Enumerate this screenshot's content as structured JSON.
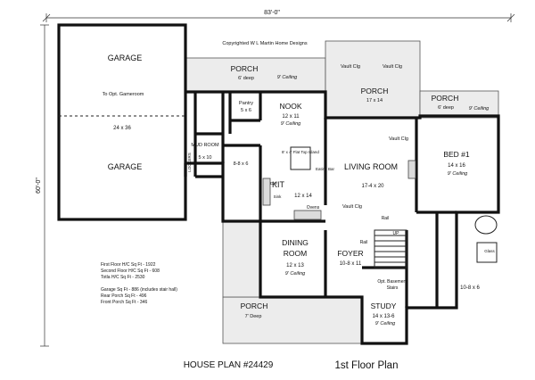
{
  "header": {
    "width_dim": "83'-0\"",
    "depth_dim": "60'-0\"",
    "copyright": "Copyrighted W L Martin Home Designs"
  },
  "rooms": {
    "garage_top": "GARAGE",
    "garage_size": "24 x 36",
    "garage_bottom": "GARAGE",
    "to_gameroom": "To Opt. Gameroom",
    "porch_rear": {
      "name": "PORCH",
      "depth": "6' deep",
      "ceiling": "9' Ceiling"
    },
    "porch_center": {
      "name": "PORCH",
      "size": "17 x 14",
      "vault1": "Vault Clg",
      "vault2": "Vault Clg"
    },
    "porch_right": {
      "name": "PORCH",
      "depth": "6' deep",
      "ceiling": "9' Ceiling"
    },
    "pantry": {
      "name": "Pantry",
      "size": "5 x 6"
    },
    "nook": {
      "name": "NOOK",
      "size": "12 x 11",
      "ceiling": "9' Ceiling"
    },
    "mud": {
      "name": "MUD ROOM",
      "size": "5 x 10",
      "lockers": "LOCKERS"
    },
    "laundry": {
      "size": "8-8 x 6"
    },
    "kit": {
      "name": "KIT",
      "size": "12 x 14",
      "island": "8' x 4' Flat Top Island",
      "eating_bar": "Eating Bar",
      "dw": "DW",
      "sink": "Sink",
      "ovens": "Ovens"
    },
    "living": {
      "name": "LIVING ROOM",
      "size": "17-4 x 20",
      "vault": "Vault Clg",
      "vault2": "Vault Clg",
      "rail": "Rail"
    },
    "bed1": {
      "name": "BED #1",
      "size": "14 x 16",
      "ceiling": "9' Ceiling"
    },
    "closet": {
      "size": "10-8 x 6",
      "glass": "Glass"
    },
    "dining": {
      "name": "DINING ROOM",
      "size": "12 x 13",
      "ceiling": "9' Ceiling"
    },
    "foyer": {
      "name": "FOYER",
      "size": "10-8 x 11",
      "rail": "Rail"
    },
    "stairs": {
      "up": "UP",
      "basement": "Opt. Basement Stairs"
    },
    "study": {
      "name": "STUDY",
      "size": "14 x 13-6",
      "ceiling": "9' Ceiling"
    },
    "porch_front": {
      "name": "PORCH",
      "depth": "7' Deep"
    }
  },
  "sqft_notes": [
    "First Floor H/C Sq Ft - 1922",
    "Second Floor H/C Sq Ft - 608",
    "Totla H/C Sq Ft - 2530",
    "",
    "Garage Sq Ft - 886 (includes stair hall)",
    "Rear Porch Sq Ft - 496",
    "Front Porch Sq Ft - 346"
  ],
  "footer": {
    "plan_number": "HOUSE PLAN #24429",
    "floor_label": "1st Floor Plan"
  }
}
